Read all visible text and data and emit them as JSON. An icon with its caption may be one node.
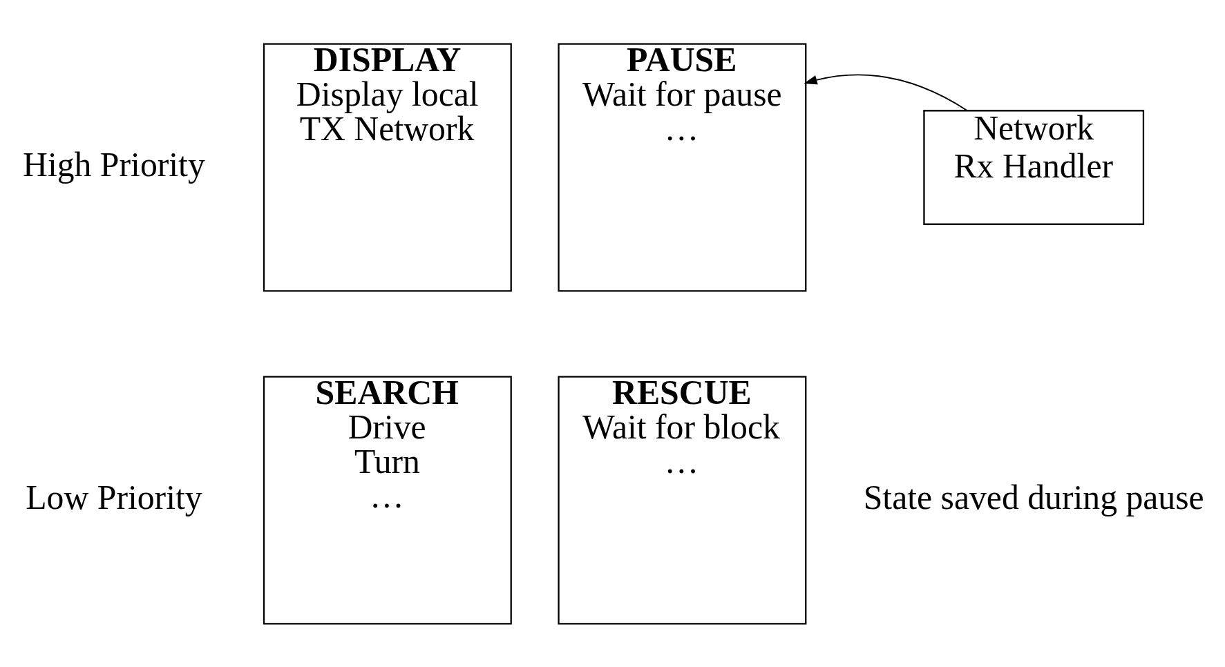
{
  "diagram": {
    "nodes": [
      {
        "text": [
          "DISPLAY",
          "Display local",
          "TX Network"
        ]
      },
      {
        "text": [
          "PAUSE",
          "Wait for pause",
          "…"
        ]
      },
      {
        "text": [
          "Network",
          "Rx Handler"
        ]
      },
      {
        "text": [
          "SEARCH",
          "Drive",
          "Turn",
          "…"
        ]
      },
      {
        "text": [
          "RESCUE",
          "Wait for block",
          "…"
        ]
      }
    ],
    "edges": [
      {
        "from": 2,
        "to": 1,
        "arrow": "to"
      }
    ],
    "labels": [
      "High Priority",
      "Low Priority",
      "State saved during pause"
    ]
  }
}
